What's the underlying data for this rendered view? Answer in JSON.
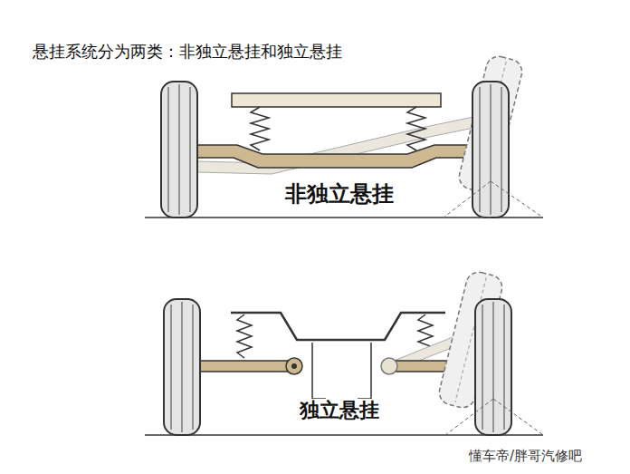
{
  "diagram": {
    "title": "悬挂系统分为两类：非独立悬挂和独立悬挂",
    "labels": [
      "非独立悬挂",
      "独立悬挂",
      "懂车帝/胖哥汽修吧"
    ]
  }
}
